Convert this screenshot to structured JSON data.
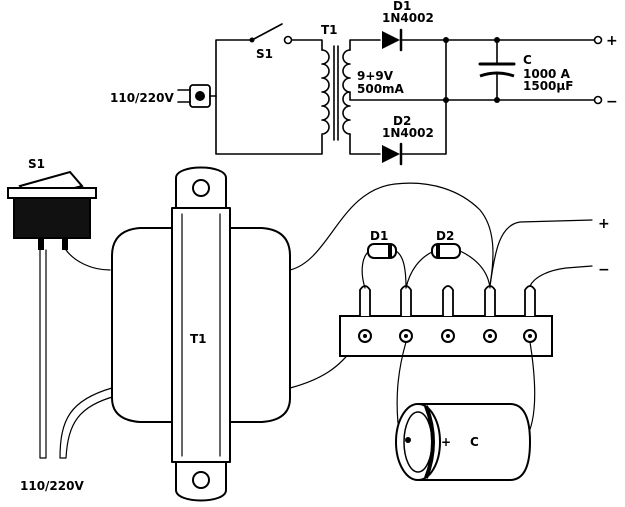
{
  "schematic": {
    "switch_label": "S1",
    "transformer_label": "T1",
    "diode1_label": "D1",
    "diode1_part": "1N4002",
    "diode2_label": "D2",
    "diode2_part": "1N4002",
    "transformer_rating_line1": "9+9V",
    "transformer_rating_line2": "500mA",
    "capacitor_label": "C",
    "capacitor_value_line1": "1000 A",
    "capacitor_value_line2": "1500µF",
    "mains_label": "110/220V",
    "positive_terminal": "+",
    "negative_terminal": "−"
  },
  "assembly": {
    "switch_label": "S1",
    "transformer_label": "T1",
    "diode1_label": "D1",
    "diode2_label": "D2",
    "capacitor_label": "C",
    "capacitor_polarity": "+",
    "mains_label": "110/220V",
    "positive_lead": "+",
    "negative_lead": "−"
  }
}
